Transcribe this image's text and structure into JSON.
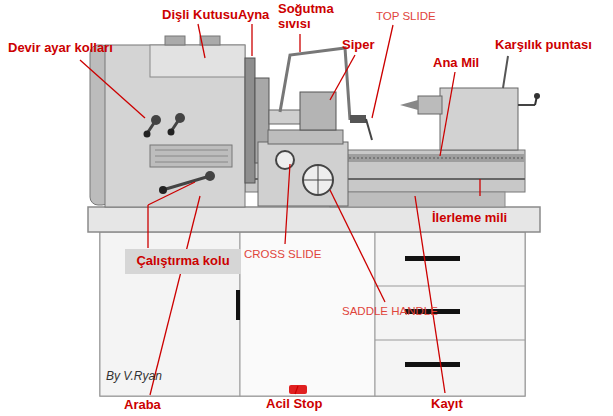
{
  "diagram": {
    "nodes": [
      {
        "text": [
          "Çalıştırma kolu"
        ]
      }
    ],
    "labels": [
      "Dişli Kutusu",
      "Ayna",
      "Soğutma sıvısı",
      "TOP SLIDE",
      "Devir ayar kolları",
      "Siper",
      "Ana Mil",
      "Karşılık puntası",
      "İlerleme mili",
      "CROSS SLIDE",
      "SADDLE HANDLE",
      "By V.Ryan",
      "Araba",
      "Acil Stop",
      "Kayıt"
    ]
  }
}
